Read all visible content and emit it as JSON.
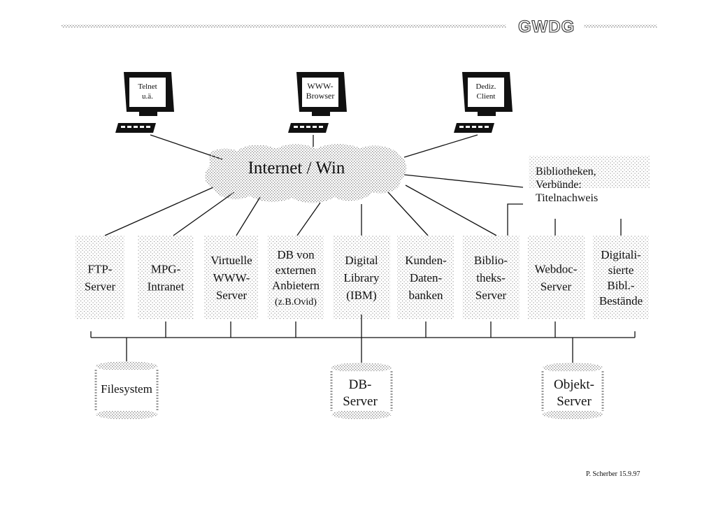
{
  "header": {
    "logo": "GWDG"
  },
  "clients": [
    {
      "label": [
        "Telnet",
        "u.ä."
      ]
    },
    {
      "label": [
        "WWW-",
        "Browser"
      ]
    },
    {
      "label": [
        "Dediz.",
        "Client"
      ]
    }
  ],
  "network": {
    "label": "Internet / Win"
  },
  "catalog": {
    "label": [
      "Bibliotheken,",
      "Verbünde:",
      "Titelnachweis"
    ]
  },
  "servers": [
    {
      "label": [
        "FTP-",
        "Server"
      ]
    },
    {
      "label": [
        "MPG-",
        "Intranet"
      ]
    },
    {
      "label": [
        "Virtuelle",
        "WWW-",
        "Server"
      ]
    },
    {
      "label": [
        "DB von",
        "externen",
        "Anbietern",
        "(z.B.Ovid)"
      ]
    },
    {
      "label": [
        "Digital",
        "Library",
        "(IBM)"
      ]
    },
    {
      "label": [
        "Kunden-",
        "Daten-",
        "banken"
      ]
    },
    {
      "label": [
        "Biblio-",
        "theks-",
        "Server"
      ]
    },
    {
      "label": [
        "Webdoc-",
        "Server"
      ]
    },
    {
      "label": [
        "Digitali-",
        "sierte",
        "Bibl.-",
        "Bestände"
      ]
    }
  ],
  "storage": [
    {
      "label": [
        "Filesystem"
      ]
    },
    {
      "label": [
        "DB-",
        "Server"
      ]
    },
    {
      "label": [
        "Objekt-",
        "Server"
      ]
    }
  ],
  "footer": {
    "author": "P. Scherber  15.9.97"
  }
}
